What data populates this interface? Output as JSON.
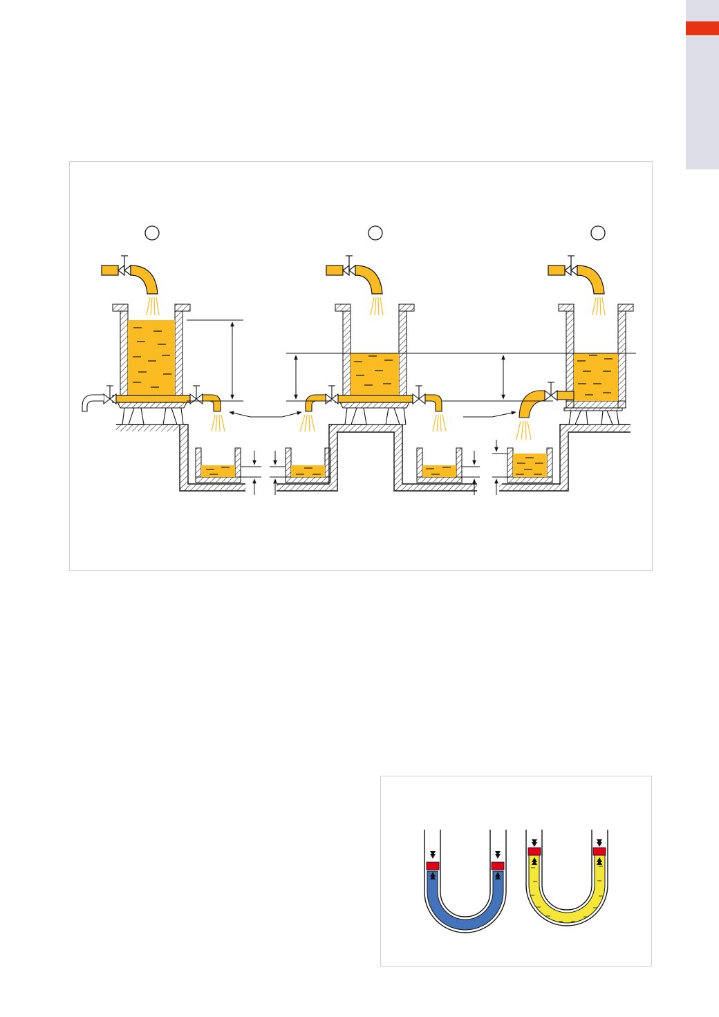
{
  "colors": {
    "liquid": "#fbbb22",
    "liquid_blue": "#4473b9",
    "liquid_yellow": "#f5e63a",
    "accent": "#e63312",
    "indicator_red": "#e3001b",
    "side_tab": "#dcdde6",
    "frame_border": "#d0d0d0"
  },
  "figure_top": {
    "tanks": [
      {
        "id": "tank-1",
        "marker": "",
        "fill_fraction": 0.75
      },
      {
        "id": "tank-2",
        "marker": "",
        "fill_fraction": 0.48
      },
      {
        "id": "tank-3",
        "marker": "",
        "fill_fraction": 0.48
      }
    ],
    "receivers": [
      {
        "id": "receiver-1",
        "fill_fraction": 0.4
      },
      {
        "id": "receiver-2",
        "fill_fraction": 0.4
      },
      {
        "id": "receiver-3",
        "fill_fraction": 0.4
      },
      {
        "id": "receiver-4",
        "fill_fraction": 0.75
      }
    ]
  },
  "figure_bottom": {
    "tubes": [
      {
        "id": "u-tube-blue",
        "liquid": "blue"
      },
      {
        "id": "u-tube-yellow",
        "liquid": "yellow"
      }
    ]
  }
}
